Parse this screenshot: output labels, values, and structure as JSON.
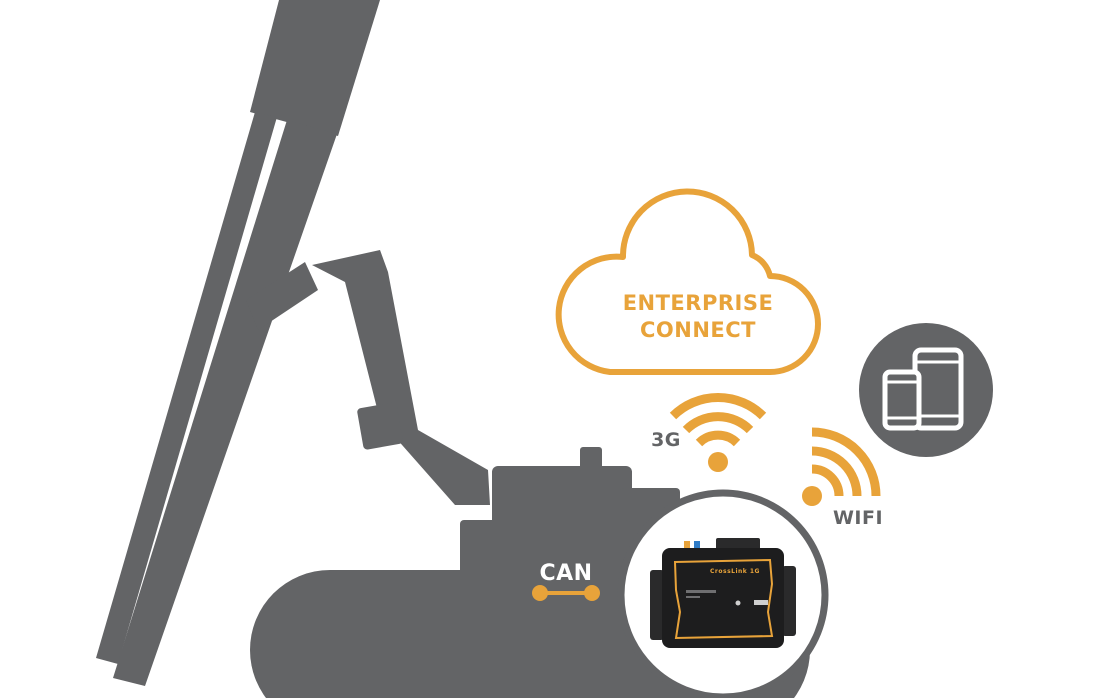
{
  "colors": {
    "machine": "#636466",
    "accent": "#e8a33a",
    "device_body": "#1d1d1e",
    "background": "#ffffff"
  },
  "cloud": {
    "line1": "ENTERPRISE",
    "line2": "CONNECT"
  },
  "connections": {
    "cellular_label": "3G",
    "wifi_label": "WIFI",
    "bus_label": "CAN"
  },
  "device": {
    "name": "CrossLink 1G",
    "icons": [
      "tablet-icon",
      "phone-icon",
      "signal-3g-icon",
      "wifi-icon",
      "can-link-icon"
    ]
  }
}
